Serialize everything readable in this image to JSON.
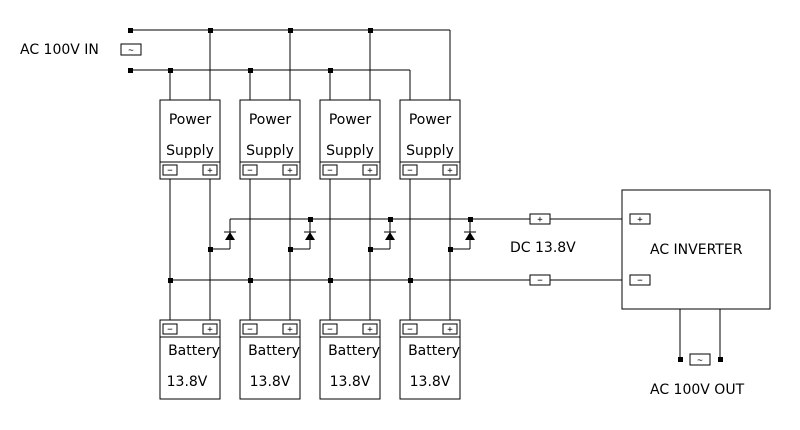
{
  "ac_in": {
    "label": "AC 100V IN",
    "symbol": "~"
  },
  "power_supplies": [
    {
      "line1": "Power",
      "line2": "Supply",
      "minus": "−",
      "plus": "+"
    },
    {
      "line1": "Power",
      "line2": "Supply",
      "minus": "−",
      "plus": "+"
    },
    {
      "line1": "Power",
      "line2": "Supply",
      "minus": "−",
      "plus": "+"
    },
    {
      "line1": "Power",
      "line2": "Supply",
      "minus": "−",
      "plus": "+"
    }
  ],
  "batteries": [
    {
      "name": "Battery",
      "voltage": "13.8V",
      "minus": "−",
      "plus": "+"
    },
    {
      "name": "Battery",
      "voltage": "13.8V",
      "minus": "−",
      "plus": "+"
    },
    {
      "name": "Battery",
      "voltage": "13.8V",
      "minus": "−",
      "plus": "+"
    },
    {
      "name": "Battery",
      "voltage": "13.8V",
      "minus": "−",
      "plus": "+"
    }
  ],
  "dc_bus": {
    "label": "DC 13.8V",
    "plus_symbol": "+",
    "minus_symbol": "−"
  },
  "inverter": {
    "label": "AC INVERTER",
    "plus": "+",
    "minus": "−"
  },
  "ac_out": {
    "label": "AC 100V OUT",
    "symbol": "~"
  }
}
